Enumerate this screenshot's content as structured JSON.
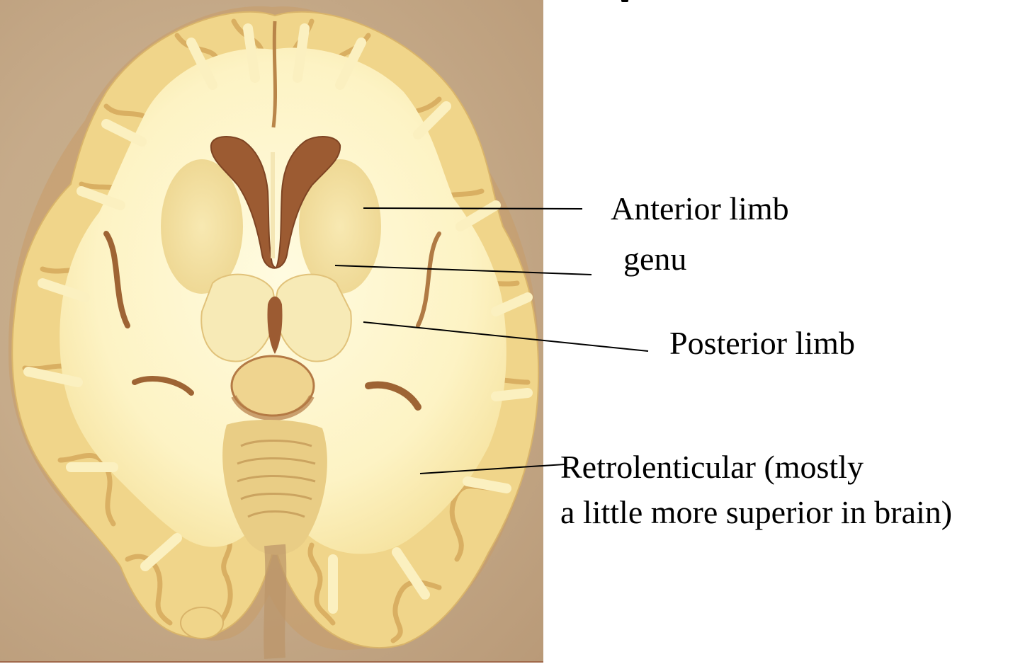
{
  "slide": {
    "title_fragment": "",
    "image": {
      "description": "Axial (horizontal) section of human brain showing internal capsule",
      "colors": {
        "background": "#c6ab8a",
        "white_matter": "#fdf6cf",
        "gray_matter": "#f2dc95",
        "ventricle": "#9c5b32",
        "shadow": "#b57b45"
      }
    },
    "labels": [
      {
        "id": "anterior-limb",
        "text": "Anterior limb"
      },
      {
        "id": "genu",
        "text": "genu"
      },
      {
        "id": "posterior-limb",
        "text": "Posterior limb"
      },
      {
        "id": "retrolenticular",
        "line1": "Retrolenticular (mostly",
        "line2": "a little more superior in brain)"
      }
    ]
  }
}
